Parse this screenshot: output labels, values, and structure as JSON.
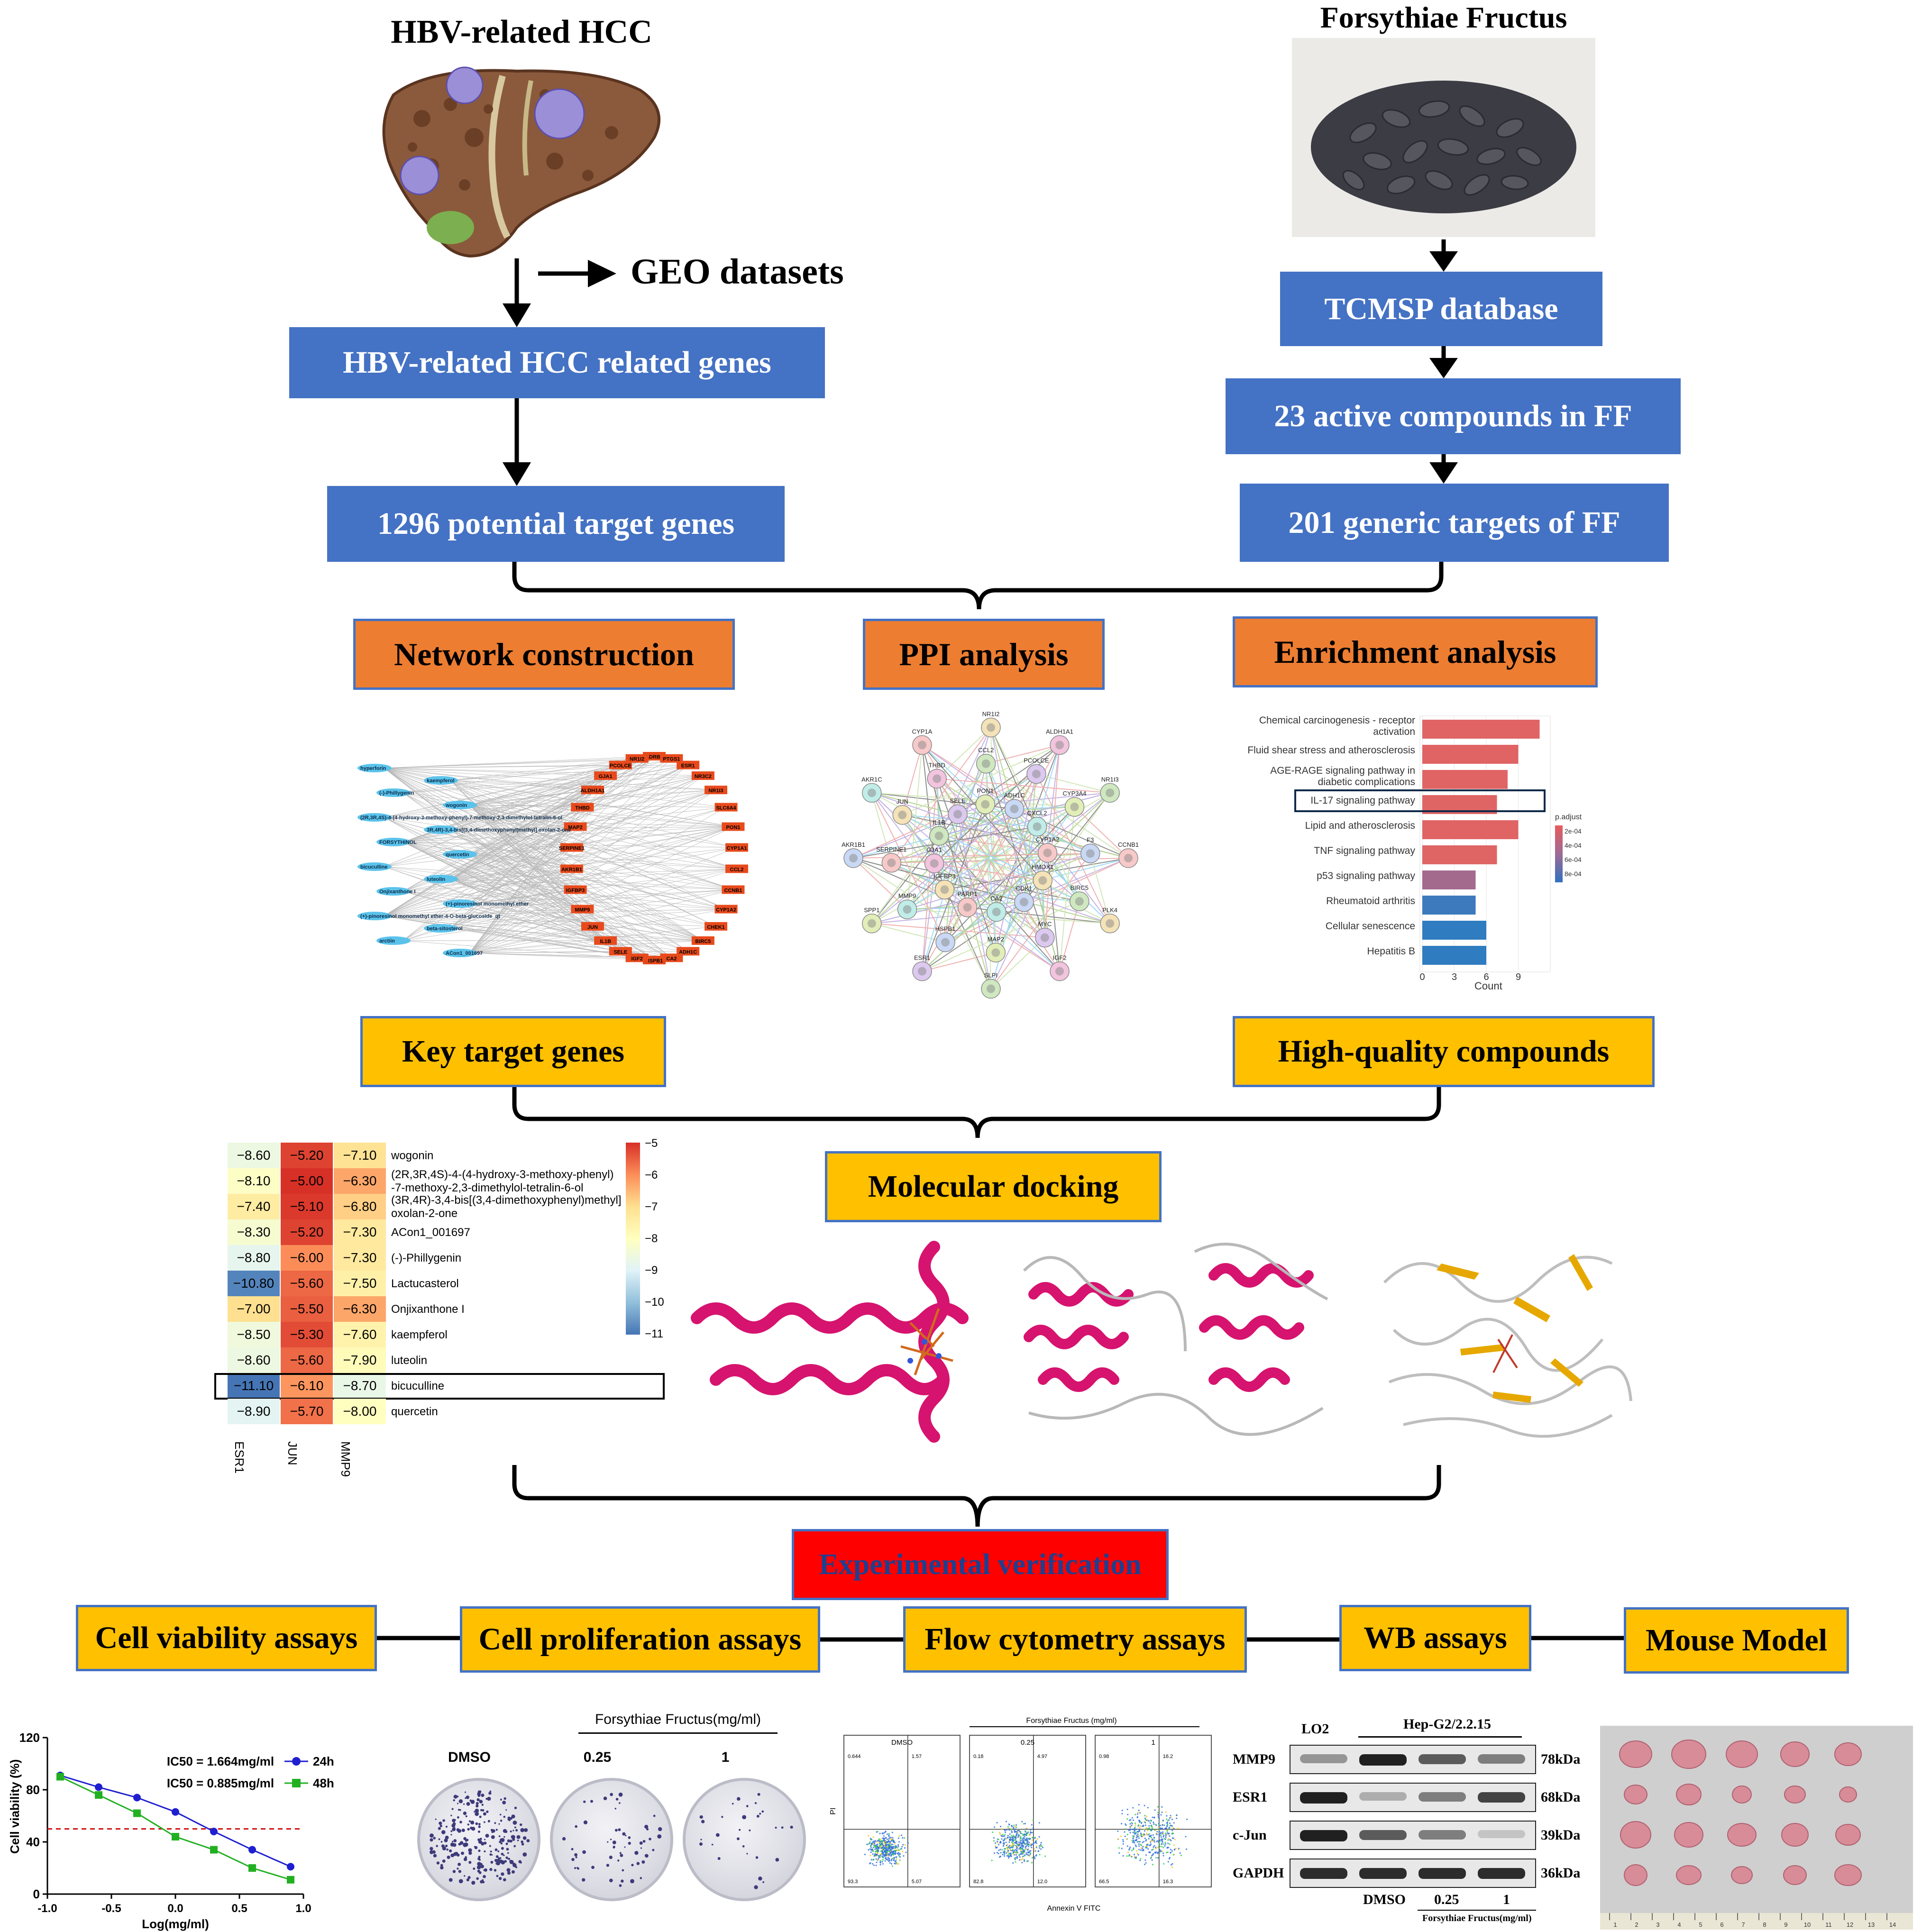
{
  "left_branch": {
    "title": "HBV-related HCC",
    "geo_label": "GEO datasets",
    "box_related": "HBV-related HCC related genes",
    "box_targets": "1296 potential target genes"
  },
  "right_branch": {
    "title": "Forsythiae Fructus",
    "box_db": "TCMSP database",
    "box_compounds": "23 active compounds in FF",
    "box_targets": "201 generic targets of FF"
  },
  "analysis": {
    "network": "Network construction",
    "ppi": "PPI analysis",
    "enrichment": "Enrichment analysis"
  },
  "network_graph": {
    "compounds": [
      "hyperforin",
      "kaempferol",
      "(-)-Phillygenin",
      "wogonin",
      "(2R,3R,4S)-4-(4-hydroxy-3-methoxy-phenyl)-7-methoxy-2,3-dimethylol-tetralin-6-ol",
      "3R,4R)-3,4-bis[(3,4-dimethoxyphenyl)methyl] oxolan-2-one",
      "FORSYTHINOL",
      "quercetin",
      "bicuculline",
      "luteolin",
      "Onjixanthone I",
      "(+)-pinoresinol monomethyl ether",
      "(+)-pinoresinol monomethyl ether-4-O-beta-glucoside_qt",
      "beta-sitosterol",
      "arctiin",
      "ACon1_001697"
    ],
    "targets": [
      "ADRB2",
      "PTGS1",
      "ESR1",
      "NR3C2",
      "NR1I3",
      "SLC6A4",
      "PON1",
      "CYP1A1",
      "CCL2",
      "CCNB1",
      "CYP1A2",
      "CHEK1",
      "BIRC5",
      "ADH1C",
      "CA2",
      "HSPB1",
      "IGF2",
      "SELE",
      "IL1B",
      "JUN",
      "MMP9",
      "IGFBP3",
      "AKR1B1",
      "SERPINE1",
      "MAP2",
      "THBD",
      "ALDH1A1",
      "GJA1",
      "PCOLCE",
      "NR1I2"
    ]
  },
  "ppi_nodes": [
    "CCNB1",
    "BIRC5",
    "CDK1",
    "PLK4",
    "MYC",
    "CA2",
    "IGF2",
    "MAP2",
    "PARP1",
    "SLPI",
    "HSPB1",
    "IGFBP3",
    "ESR1",
    "MMP9",
    "GJA1",
    "SPP1",
    "SERPINE1",
    "IL1B",
    "AKR1B1",
    "JUN",
    "SELE",
    "AKR1C",
    "THBD",
    "PON1",
    "CYP1A",
    "CCL2",
    "ADH1C",
    "NR1I2",
    "PCOLCE",
    "CXCL2",
    "ALDH1A1",
    "CYP3A4",
    "CYP1A2",
    "NR1I3",
    "F3",
    "HMOX1"
  ],
  "enrichment_chart": {
    "type": "bar",
    "categories": [
      "Chemical carcinogenesis - receptor\nactivation",
      "Fluid shear stress and atherosclerosis",
      "AGE-RAGE signaling pathway in\ndiabetic complications",
      "IL-17 signaling pathway",
      "Lipid and atherosclerosis",
      "TNF signaling pathway",
      "p53 signaling pathway",
      "Rheumatoid arthritis",
      "Cellular senescence",
      "Hepatitis B"
    ],
    "values": [
      11,
      9,
      8,
      7,
      9,
      7,
      5,
      5,
      6,
      6
    ],
    "colors": [
      "#E06464",
      "#E06464",
      "#E06464",
      "#DF6565",
      "#E06464",
      "#DF6565",
      "#A46A8E",
      "#3C7ABD",
      "#2F7CC0",
      "#2F7CC0"
    ],
    "highlight": "IL-17 signaling pathway",
    "xlabel": "Count",
    "xticks": [
      0,
      3,
      6,
      9
    ],
    "legend_title": "p.adjust",
    "legend_labels": [
      "2e-04",
      "4e-04",
      "6e-04",
      "8e-04"
    ]
  },
  "mid_boxes": {
    "key_genes": "Key target genes",
    "compounds": "High-quality compounds",
    "docking": "Molecular docking"
  },
  "heatmap": {
    "type": "heatmap",
    "columns": [
      "ESR1",
      "JUN",
      "MMP9"
    ],
    "rows": [
      "wogonin",
      "(2R,3R,4S)-4-(4-hydroxy-3-methoxy-phenyl)\n-7-methoxy-2,3-dimethylol-tetralin-6-ol",
      "(3R,4R)-3,4-bis[(3,4-dimethoxyphenyl)methyl]\noxolan-2-one",
      "ACon1_001697",
      "(-)-Phillygenin",
      "Lactucasterol",
      "Onjixanthone I",
      "kaempferol",
      "luteolin",
      "bicuculline",
      "quercetin"
    ],
    "values": [
      [
        "-8.60",
        "-5.20",
        "-7.10"
      ],
      [
        "-8.10",
        "-5.00",
        "-6.30"
      ],
      [
        "-7.40",
        "-5.10",
        "-6.80"
      ],
      [
        "-8.30",
        "-5.20",
        "-7.30"
      ],
      [
        "-8.80",
        "-6.00",
        "-7.30"
      ],
      [
        "-10.80",
        "-5.60",
        "-7.50"
      ],
      [
        "-7.00",
        "-5.50",
        "-6.30"
      ],
      [
        "-8.50",
        "-5.30",
        "-7.60"
      ],
      [
        "-8.60",
        "-5.60",
        "-7.90"
      ],
      [
        "-11.10",
        "-6.10",
        "-8.70"
      ],
      [
        "-8.90",
        "-5.70",
        "-8.00"
      ]
    ],
    "highlight_row": "bicuculline",
    "scale_ticks": [
      "-5",
      "-6",
      "-7",
      "-8",
      "-9",
      "-10",
      "-11"
    ]
  },
  "experimental": {
    "title": "Experimental verification",
    "assays": [
      "Cell viability assays",
      "Cell proliferation assays",
      "Flow cytometry assays",
      "WB assays",
      "Mouse Model"
    ]
  },
  "viability_chart": {
    "type": "line",
    "ylabel": "Cell viability (%)",
    "xlabel": "Log(mg/ml)",
    "xticks": [
      "-1.0",
      "-0.5",
      "0.0",
      "0.5",
      "1.0"
    ],
    "yticks": [
      "0",
      "40",
      "80",
      "120"
    ],
    "ic50_24h": "IC50 = 1.664mg/ml",
    "ic50_48h": "IC50 = 0.885mg/ml",
    "series": [
      {
        "name": "24h",
        "x": [
          -0.9,
          -0.6,
          -0.3,
          0.0,
          0.3,
          0.6,
          0.9
        ],
        "y": [
          91,
          82,
          74,
          63,
          48,
          34,
          21
        ],
        "color": "#1F1FD0"
      },
      {
        "name": "48h",
        "x": [
          -0.9,
          -0.6,
          -0.3,
          0.0,
          0.3,
          0.6,
          0.9
        ],
        "y": [
          90,
          76,
          62,
          44,
          34,
          20,
          11
        ],
        "color": "#22B022"
      }
    ],
    "ic50_reference_y": 50
  },
  "colony": {
    "header": "Forsythiae Fructus(mg/ml)",
    "labels": [
      "DMSO",
      "0.25",
      "1"
    ]
  },
  "flow": {
    "header": "Forsythiae Fructus (mg/ml)",
    "panels": [
      "DMSO",
      "0.25",
      "1"
    ],
    "xlabel": "Annexin V FITC",
    "ylabel": "PI",
    "quadrants": [
      [
        "0.644",
        "1.57",
        "93.3",
        "5.07"
      ],
      [
        "0.18",
        "4.97",
        "82.8",
        "12.0"
      ],
      [
        "0.98",
        "16.2",
        "66.5",
        "16.3"
      ]
    ]
  },
  "western_blot": {
    "lo2": "LO2",
    "cell_line": "Hep-G2/2.2.15",
    "proteins": [
      "MMP9",
      "ESR1",
      "c-Jun",
      "GAPDH"
    ],
    "sizes": [
      "78kDa",
      "68kDa",
      "39kDa",
      "36kDa"
    ],
    "lane_labels": [
      "DMSO",
      "0.25",
      "1"
    ],
    "treatment": "Forsythiae Fructus(mg/ml)"
  },
  "ruler_ticks": [
    "1",
    "2",
    "3",
    "4",
    "5",
    "6",
    "7",
    "8",
    "9",
    "10",
    "11",
    "12",
    "13",
    "14"
  ]
}
